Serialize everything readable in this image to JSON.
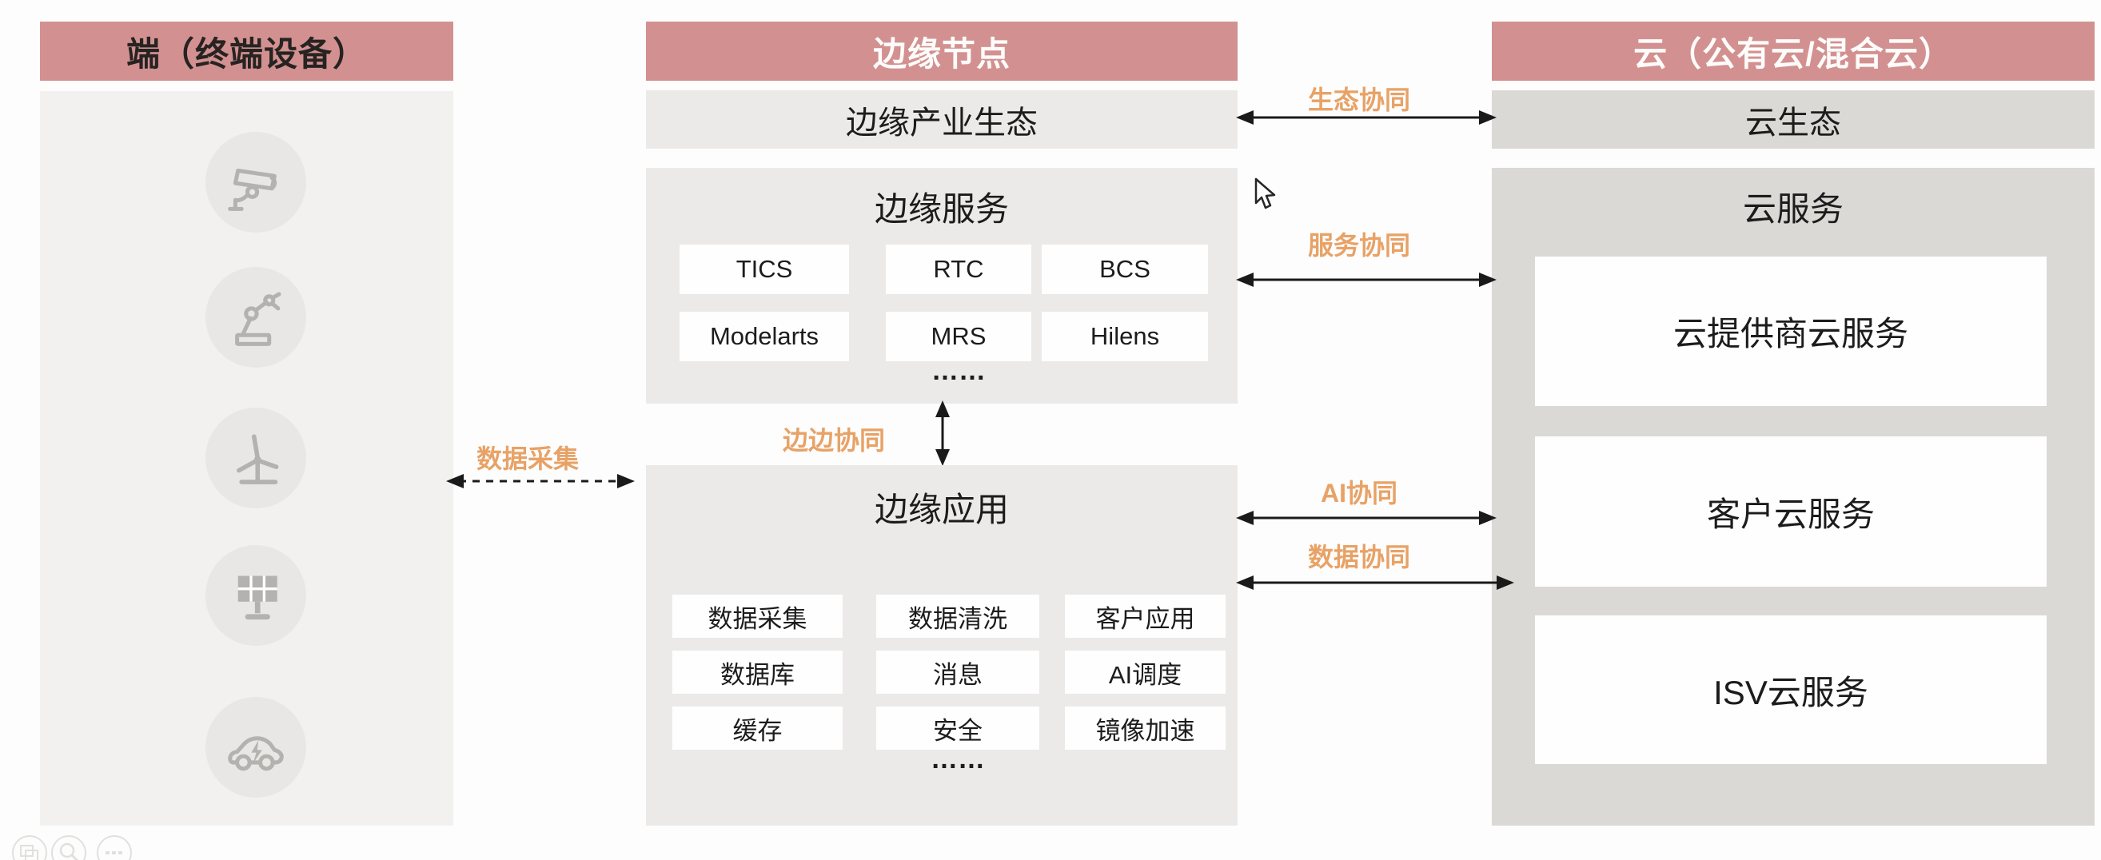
{
  "colors": {
    "header_pink": "#d29190",
    "accent_orange": "#e8a266",
    "device_panel_gray": "#f2f1f0",
    "edge_panel_gray": "#eceae8",
    "cloud_panel_gray": "#dbd9d5",
    "arrow_black": "#1a1a1a"
  },
  "device_column": {
    "header": "端（终端设备）",
    "device_icons": [
      "cctv-camera",
      "robot-arm",
      "wind-turbine",
      "solar-panel",
      "electric-car"
    ]
  },
  "edge_column": {
    "header": "边缘节点",
    "ecosystem_label": "边缘产业生态",
    "services": {
      "title": "边缘服务",
      "chips": [
        "TICS",
        "RTC",
        "BCS",
        "Modelarts",
        "MRS",
        "Hilens"
      ],
      "more": "……"
    },
    "apps": {
      "title": "边缘应用",
      "chips": [
        "数据采集",
        "数据清洗",
        "客户应用",
        "数据库",
        "消息",
        "AI调度",
        "缓存",
        "安全",
        "镜像加速"
      ],
      "more": "……"
    }
  },
  "cloud_column": {
    "header": "云（公有云/混合云）",
    "ecosystem_label": "云生态",
    "services": {
      "title": "云服务",
      "boxes": [
        "云提供商云服务",
        "客户云服务",
        "ISV云服务"
      ]
    }
  },
  "connections": {
    "device_to_edge": "数据采集",
    "edge_to_edge": "边边协同",
    "ecosystem": "生态协同",
    "service": "服务协同",
    "ai": "AI协同",
    "data": "数据协同"
  },
  "player_controls": [
    "camera-control",
    "zoom-control",
    "more-control"
  ]
}
